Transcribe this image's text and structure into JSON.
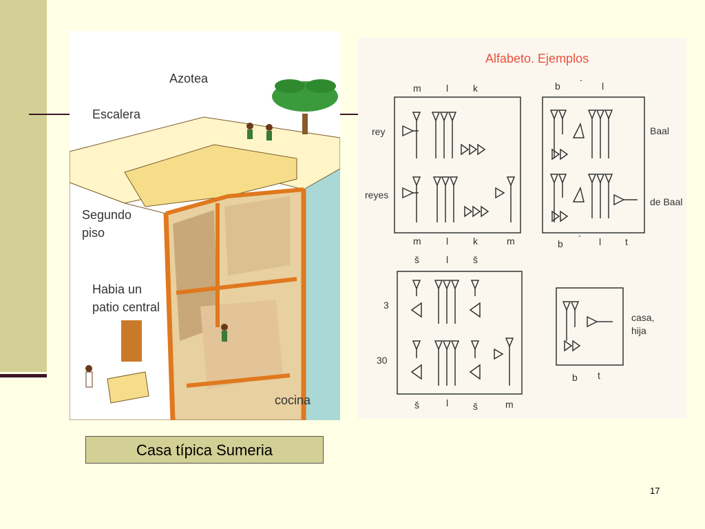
{
  "house": {
    "labels": {
      "azotea": "Azotea",
      "escalera": "Escalera",
      "segundo_piso_1": "Segundo",
      "segundo_piso_2": "piso",
      "patio_1": "Habia un",
      "patio_2": "patio central",
      "cocina": "cocina"
    }
  },
  "alphabet": {
    "title": "Alfabeto. Ejemplos",
    "rey": "rey",
    "reyes": "reyes",
    "baal": "Baal",
    "de_baal": "de Baal",
    "casa": "casa,",
    "hija": "hija",
    "num_3": "3",
    "num_30": "30",
    "top_left_letters": [
      "m",
      "l",
      "k"
    ],
    "top_right_letters": [
      "b",
      "´",
      "l"
    ],
    "mid_left_letters": [
      "m",
      "l",
      "k",
      "m"
    ],
    "mid_right_letters": [
      "b",
      "´",
      "l",
      "t"
    ],
    "shin_row_top": [
      "š",
      "l",
      "š"
    ],
    "shin_row_bottom": [
      "š",
      "l",
      "š",
      "m"
    ],
    "bt_letters": [
      "b",
      "t"
    ]
  },
  "caption": "Casa típica Sumeria",
  "page_number": "17"
}
